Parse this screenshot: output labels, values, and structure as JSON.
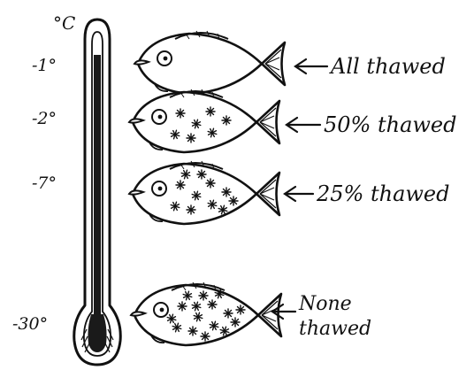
{
  "unit": "°C",
  "levels": [
    {
      "temperature": "-1°",
      "state": "All thawed",
      "frozen_marks": 0
    },
    {
      "temperature": "-2°",
      "state": "50% thawed",
      "frozen_marks": 7
    },
    {
      "temperature": "-7°",
      "state": "25% thawed",
      "frozen_marks": 11
    },
    {
      "temperature": "-30°",
      "state_line1": "None",
      "state_line2": "thawed",
      "frozen_marks": 16
    }
  ]
}
